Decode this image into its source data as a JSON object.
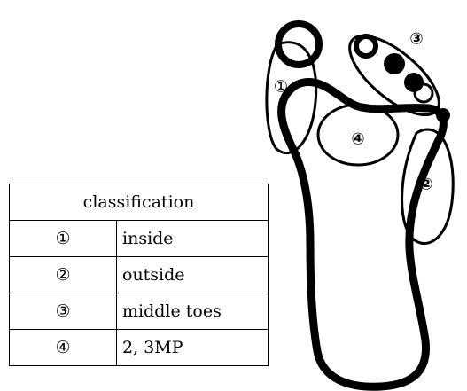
{
  "table": {
    "header": "classification",
    "rows": [
      {
        "number": "①",
        "region": "inside"
      },
      {
        "number": "②",
        "region": "outside"
      },
      {
        "number": "③",
        "region": "middle toes"
      },
      {
        "number": "④",
        "region": "2, 3MP"
      }
    ]
  },
  "diagram": {
    "labels": {
      "inside": "①",
      "outside": "②",
      "middle_toes": "③",
      "mp": "④"
    }
  }
}
